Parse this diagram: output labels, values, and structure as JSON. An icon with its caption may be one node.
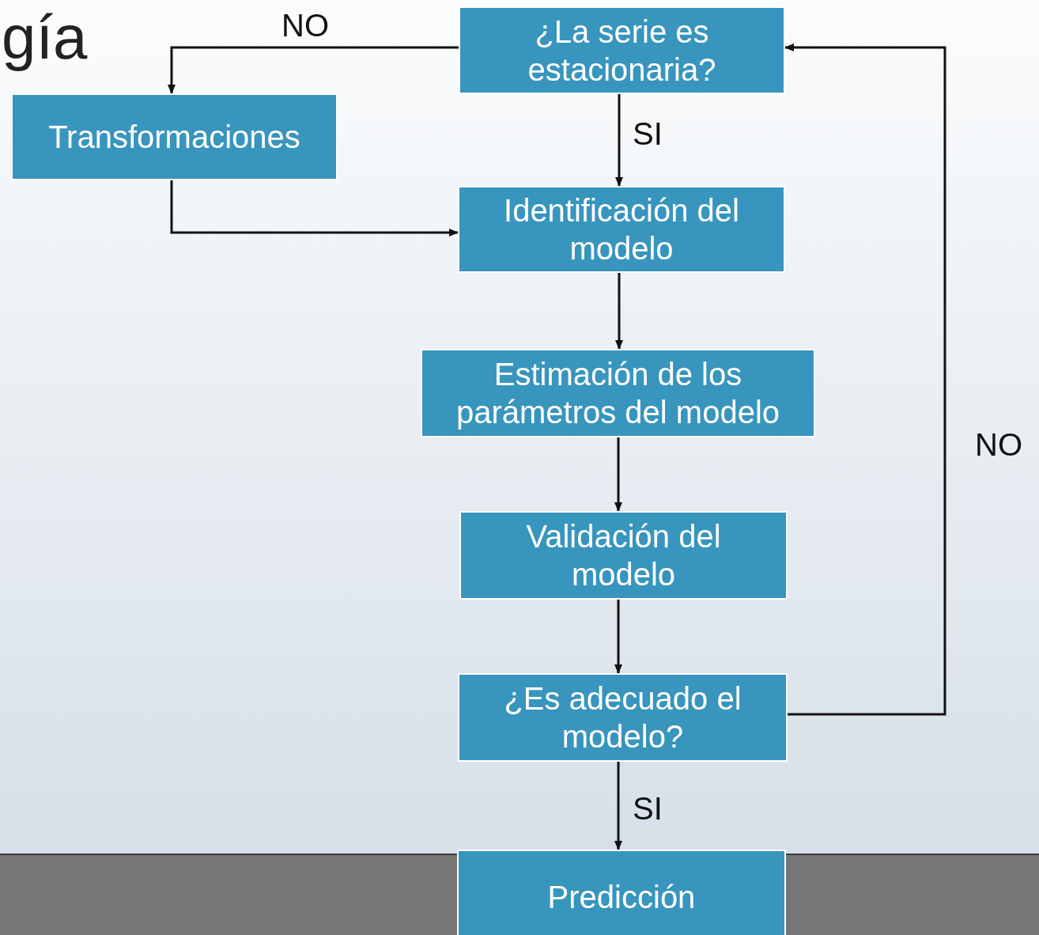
{
  "diagram": {
    "nodes": [
      {
        "text": [
          "¿La serie es estacionaria?"
        ]
      },
      {
        "text": [
          "Transformaciones"
        ]
      },
      {
        "text": [
          "Identificación del modelo"
        ]
      },
      {
        "text": [
          "Estimación de los parámetros del modelo"
        ]
      },
      {
        "text": [
          "Validación del modelo"
        ]
      },
      {
        "text": [
          "¿Es adecuado el modelo?"
        ]
      },
      {
        "text": [
          "Predicción"
        ]
      }
    ],
    "edges": [
      {
        "from": 0,
        "to": 1,
        "arrow": "to",
        "label": "NO"
      },
      {
        "from": 0,
        "to": 2,
        "arrow": "to",
        "label": "SI"
      },
      {
        "from": 1,
        "to": 2,
        "arrow": "to"
      },
      {
        "from": 2,
        "to": 3,
        "arrow": "to"
      },
      {
        "from": 3,
        "to": 4,
        "arrow": "to"
      },
      {
        "from": 4,
        "to": 5,
        "arrow": "to"
      },
      {
        "from": 5,
        "to": 0,
        "arrow": "to",
        "label": "NO"
      },
      {
        "from": 5,
        "to": 6,
        "arrow": "to",
        "label": "SI"
      }
    ],
    "labels": [
      "gía"
    ]
  }
}
